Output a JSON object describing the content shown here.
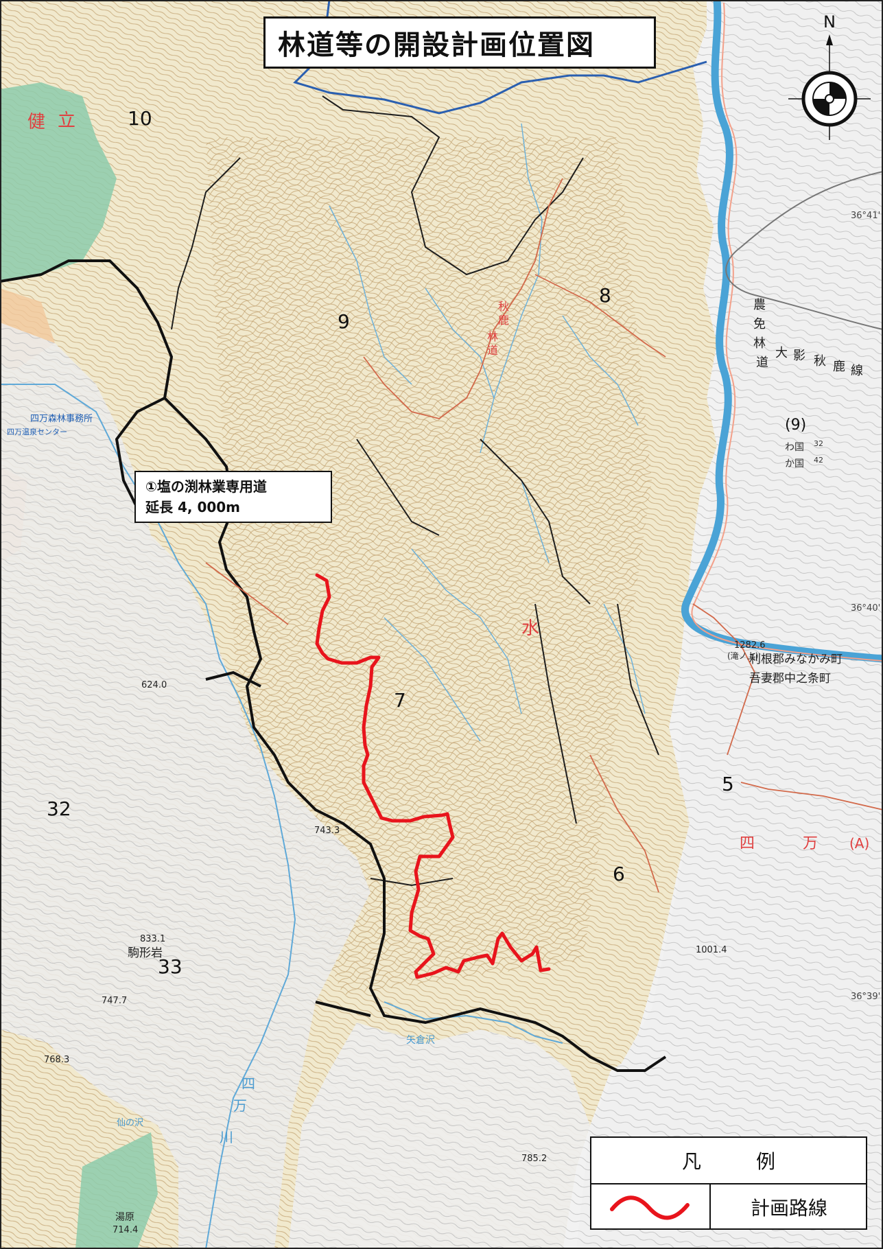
{
  "title": "林道等の開設計画位置図",
  "north_label": "N",
  "annotation": {
    "line1": "①塩の渕林業専用道",
    "line2": "延長 4, 000m"
  },
  "legend": {
    "header_left": "凡",
    "header_right": "例",
    "item_label": "計画路線"
  },
  "compartments": [
    "10",
    "9",
    "8",
    "7",
    "6",
    "5",
    "32",
    "33",
    "(9)"
  ],
  "place_labels": {
    "office": "四万森林事務所",
    "center": "四万温泉センター",
    "komagata": "駒形岩",
    "shiima": "四",
    "man": "万",
    "a_mark": "(A)",
    "yagura": "矢倉沢",
    "river_shi": "四",
    "river_man": "万",
    "river_kawa": "川",
    "tonegun": "利根郡みなかみ町",
    "agatsuma": "吾妻郡中之条町",
    "takigami": "(滝ノ上)",
    "shinsawa": "仙の沢",
    "yuhara": "湯原",
    "ken": "健",
    "ritsu": "立",
    "mizu": "水",
    "aki1": "秋",
    "aki2": "鹿",
    "aki3": "林",
    "aki4": "道",
    "kokumen1": "農",
    "kokumen2": "免",
    "kokumen3": "林",
    "kokumen4": "道",
    "kokumen5": "大",
    "kokumen6": "影",
    "kokumen7": "秋",
    "kokumen8": "鹿",
    "kokumen9": "線",
    "wakoku1": "わ国",
    "wakoku1_num": "32",
    "wakoku2": "か国",
    "wakoku2_num": "42"
  },
  "elevations": [
    "624.0",
    "833.1",
    "747.7",
    "768.3",
    "714.4",
    "1001.4",
    "1282.6",
    "785.2",
    "743.3"
  ],
  "coordinates": [
    "36°41'",
    "36°40'",
    "36°39'"
  ],
  "colors": {
    "planned_route": "#e8141c",
    "water": "#5a9fd4",
    "contour": "#c8a878",
    "terrain": "#efe7cc",
    "forest_green": "#7fc4a0",
    "boundary": "#222222",
    "road": "#d0603c"
  },
  "icons": {
    "compass": "compass-rose-icon"
  }
}
